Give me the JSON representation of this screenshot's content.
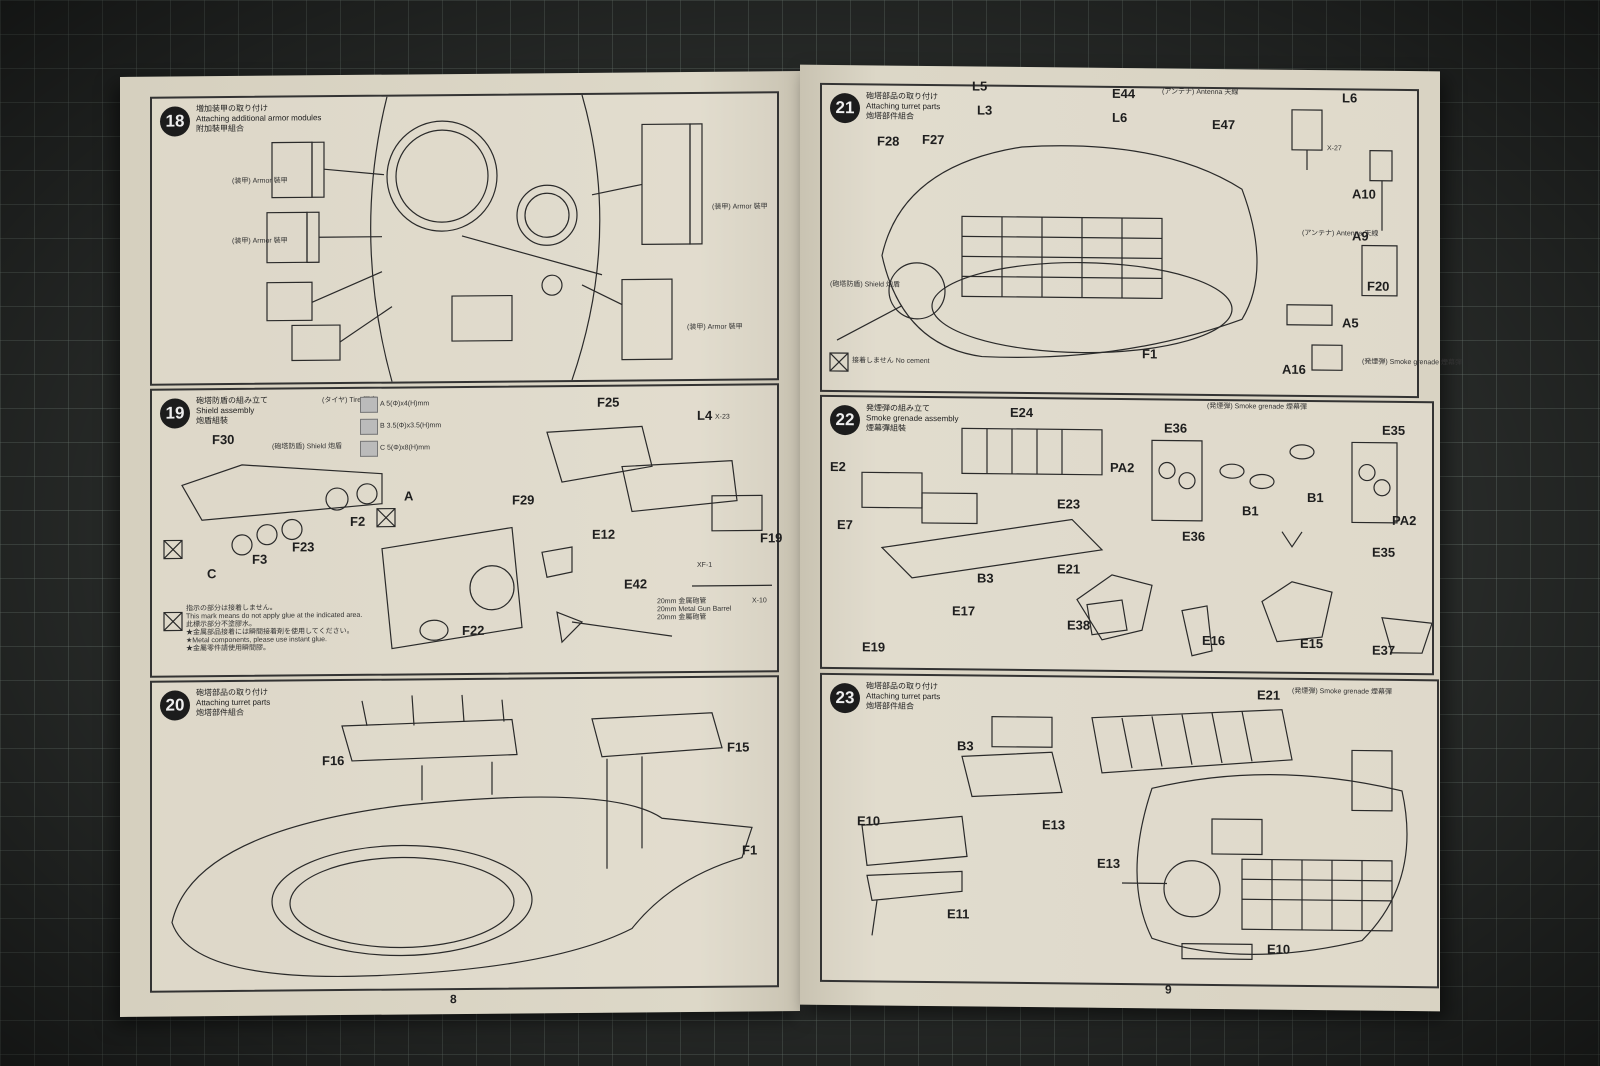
{
  "pages": {
    "left": {
      "number": "8",
      "step18": {
        "num": "18",
        "title_jp": "増加装甲の取り付け",
        "title_en": "Attaching additional armor modules",
        "title_cn": "附加裝甲組合",
        "armor_note": "(装甲) Armor 裝甲"
      },
      "step19": {
        "num": "19",
        "title_jp": "砲塔防盾の組み立て",
        "title_en": "Shield assembly",
        "title_cn": "炮盾組裝",
        "tire_label": "(タイヤ) Tire 膠套",
        "shield_label": "(砲塔防盾) Shield 炮盾",
        "tires": [
          {
            "code": "A",
            "size": "5(Φ)x4(H)mm"
          },
          {
            "code": "B",
            "size": "3.5(Φ)x3.5(H)mm"
          },
          {
            "code": "C",
            "size": "5(Φ)x8(H)mm"
          }
        ],
        "note1": "指示の部分は接着しません。",
        "note2": "This mark means do not apply glue at the indicated area.",
        "note3": "此標示部分不塗膠水。",
        "note4": "★金属部品接着には瞬間接着剤を使用してください。",
        "note5": "★Metal components, please use instant glue.",
        "note6": "★金屬零件請使用瞬間膠。",
        "barrel1": "20mm 金属砲管",
        "barrel2": "20mm Metal Gun Barrel",
        "barrel3": "20mm 金屬砲管",
        "paint_xf": "XF-1",
        "paint_x23": "X-23",
        "paint_x10": "X-10",
        "parts": [
          "F30",
          "F25",
          "L4",
          "A",
          "F2",
          "C",
          "F3",
          "F23",
          "F29",
          "F19",
          "E12",
          "E42",
          "F22"
        ]
      },
      "step20": {
        "num": "20",
        "title_jp": "砲塔部品の取り付け",
        "title_en": "Attaching turret parts",
        "title_cn": "炮塔部件組合",
        "parts": [
          "F16",
          "F15",
          "F1"
        ]
      }
    },
    "right": {
      "number": "9",
      "step21": {
        "num": "21",
        "title_jp": "砲塔部品の取り付け",
        "title_en": "Attaching turret parts",
        "title_cn": "炮塔部件組合",
        "parts": [
          "L5",
          "E44",
          "L3",
          "L6",
          "E47",
          "F28",
          "F27",
          "L6",
          "A10",
          "A9",
          "F20",
          "A5",
          "A16",
          "F1"
        ],
        "antenna": "(アンテナ) Antenna 天線",
        "shield": "(砲塔防盾) Shield 炮盾",
        "smoke": "(発煙弾) Smoke grenade 煙幕彈",
        "no_cement": "接着しません No cement",
        "x27": "X-27"
      },
      "step22": {
        "num": "22",
        "title_jp": "発煙弾の組み立て",
        "title_en": "Smoke grenade assembly",
        "title_cn": "煙幕彈組裝",
        "smoke": "(発煙弾) Smoke grenade 煙幕彈",
        "parts": [
          "E24",
          "E36",
          "E35",
          "E2",
          "PA2",
          "B1",
          "B1",
          "E7",
          "E23",
          "PA2",
          "E21",
          "B3",
          "E36",
          "E35",
          "E38",
          "E17",
          "E16",
          "E15",
          "E37",
          "E19"
        ]
      },
      "step23": {
        "num": "23",
        "title_jp": "砲塔部品の取り付け",
        "title_en": "Attaching turret parts",
        "title_cn": "炮塔部件組合",
        "smoke": "(発煙弾) Smoke grenade 煙幕彈",
        "parts": [
          "E21",
          "B3",
          "E13",
          "E10",
          "E13",
          "E11",
          "E10"
        ]
      }
    }
  },
  "colors": {
    "paper": "#dcd6c6",
    "ink": "#2a2a2a",
    "mat": "#2b2e2c",
    "grid": "#7a877d"
  }
}
